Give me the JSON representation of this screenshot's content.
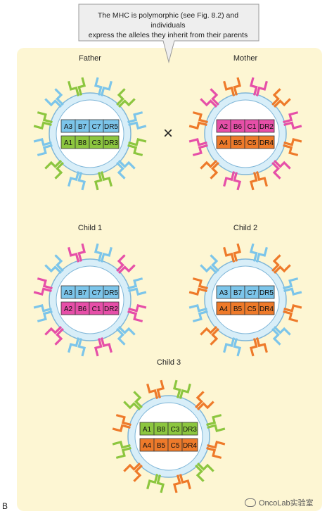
{
  "callout": {
    "line1": "The MHC is polymorphic (see Fig. 8.2) and individuals",
    "line2": "express the alleles they inherit from their parents"
  },
  "cross_symbol": "×",
  "panel_letter": "B",
  "watermark": "OncoLab实验室",
  "colors": {
    "blue": "#7cc5ea",
    "green": "#8cc63f",
    "magenta": "#e64fa8",
    "orange": "#ee7a2a",
    "background": "#fdf6d3",
    "cell_ring": "#d8eef8",
    "cell_border": "#7fb6d8"
  },
  "cells": [
    {
      "id": "father",
      "label": "Father",
      "haplotypes": [
        {
          "color": "blue",
          "alleles": [
            "A3",
            "B7",
            "C7",
            "DR5"
          ]
        },
        {
          "color": "green",
          "alleles": [
            "A1",
            "B8",
            "C3",
            "DR3"
          ]
        }
      ]
    },
    {
      "id": "mother",
      "label": "Mother",
      "haplotypes": [
        {
          "color": "magenta",
          "alleles": [
            "A2",
            "B6",
            "C1",
            "DR2"
          ]
        },
        {
          "color": "orange",
          "alleles": [
            "A4",
            "B5",
            "C5",
            "DR4"
          ]
        }
      ]
    },
    {
      "id": "child1",
      "label": "Child 1",
      "haplotypes": [
        {
          "color": "blue",
          "alleles": [
            "A3",
            "B7",
            "C7",
            "DR5"
          ]
        },
        {
          "color": "magenta",
          "alleles": [
            "A2",
            "B6",
            "C1",
            "DR2"
          ]
        }
      ]
    },
    {
      "id": "child2",
      "label": "Child 2",
      "haplotypes": [
        {
          "color": "blue",
          "alleles": [
            "A3",
            "B7",
            "C7",
            "DR5"
          ]
        },
        {
          "color": "orange",
          "alleles": [
            "A4",
            "B5",
            "C5",
            "DR4"
          ]
        }
      ]
    },
    {
      "id": "child3",
      "label": "Child 3",
      "haplotypes": [
        {
          "color": "green",
          "alleles": [
            "A1",
            "B8",
            "C3",
            "DR3"
          ]
        },
        {
          "color": "orange",
          "alleles": [
            "A4",
            "B5",
            "C5",
            "DR4"
          ]
        }
      ]
    }
  ]
}
